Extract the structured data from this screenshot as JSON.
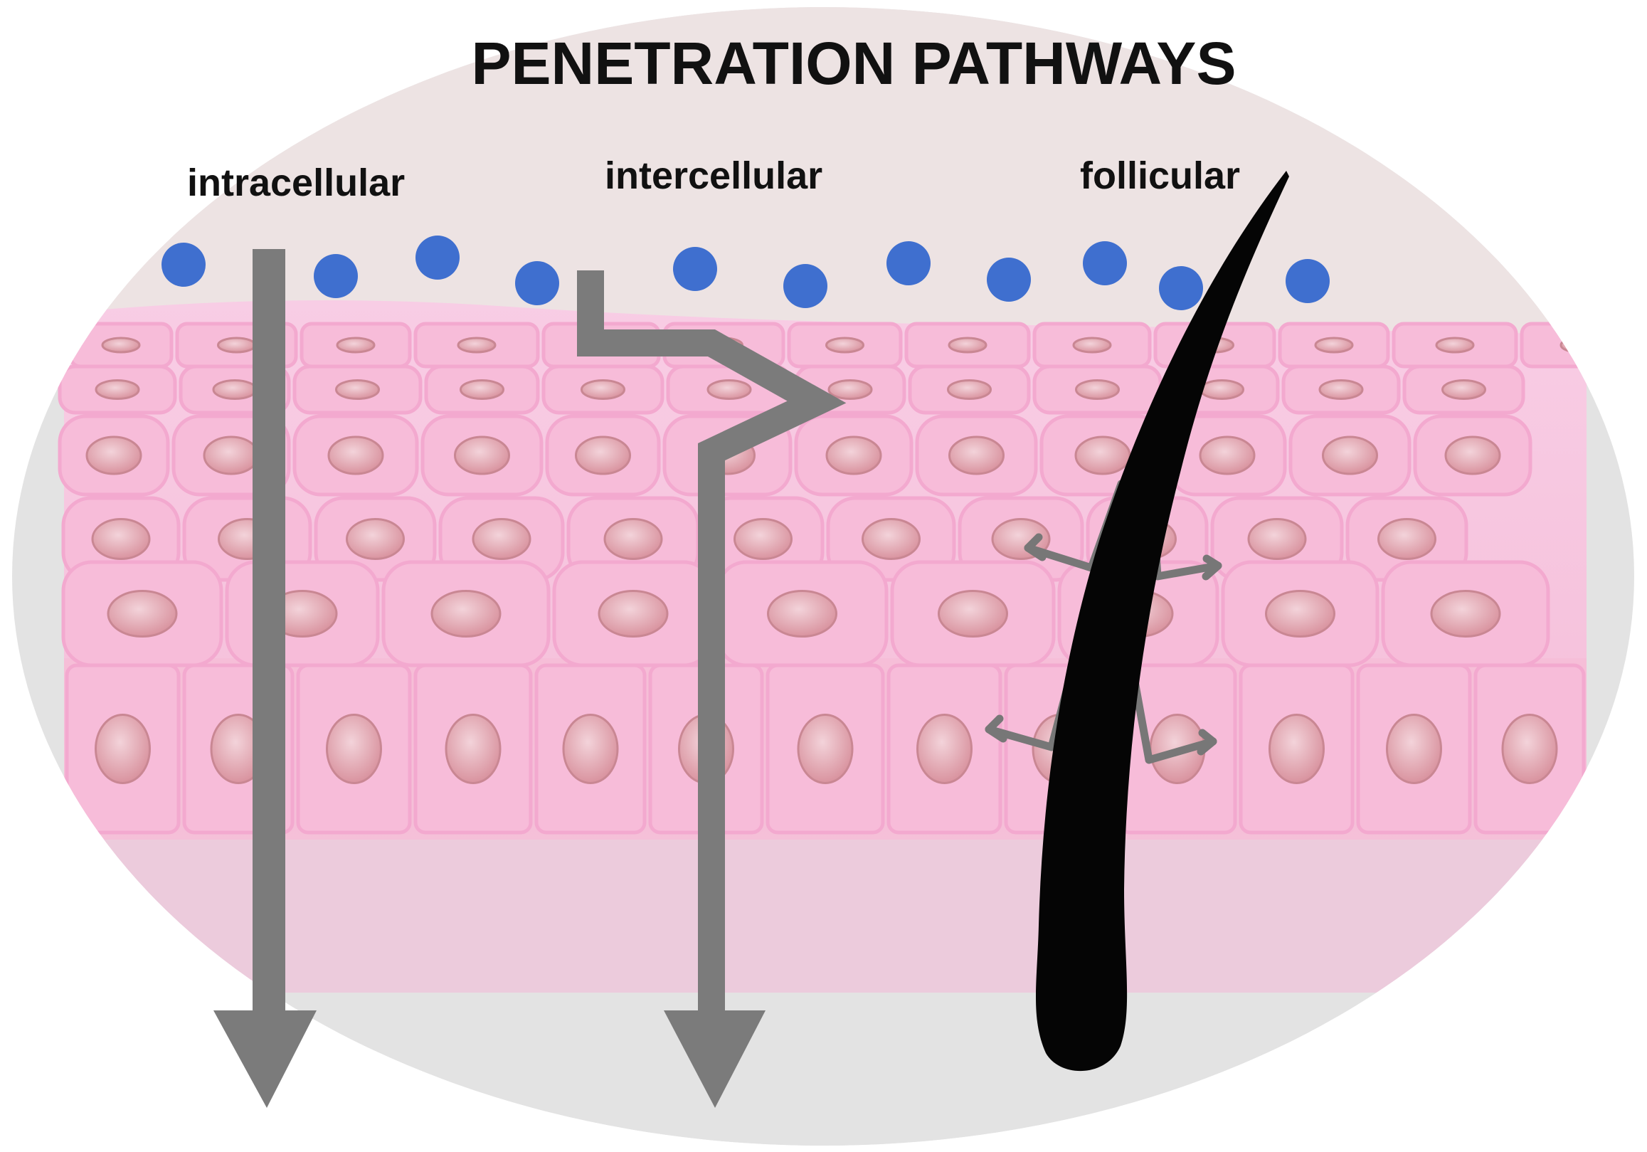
{
  "title": "PENETRATION PATHWAYS",
  "pathways": [
    {
      "id": "intracellular",
      "label": "intracellular"
    },
    {
      "id": "intercellular",
      "label": "intercellular"
    },
    {
      "id": "follicular",
      "label": "follicular"
    }
  ],
  "colors": {
    "background_disc": "#e3e3e3",
    "sky": "#ede2e2",
    "tissue_top": "#f6c9e2",
    "tissue_bottom": "#f0cfe0",
    "cell_fill": "#f7bcd9",
    "cell_outline": "#f3a9cf",
    "nucleus": "#e7aab8",
    "particle": "#3f6fcf",
    "arrow": "#7b7b7b",
    "hair": "#050505"
  },
  "icons": {
    "particle": "dot-particle-icon",
    "hair": "hair-follicle-icon",
    "arrow": "down-arrow-icon"
  }
}
